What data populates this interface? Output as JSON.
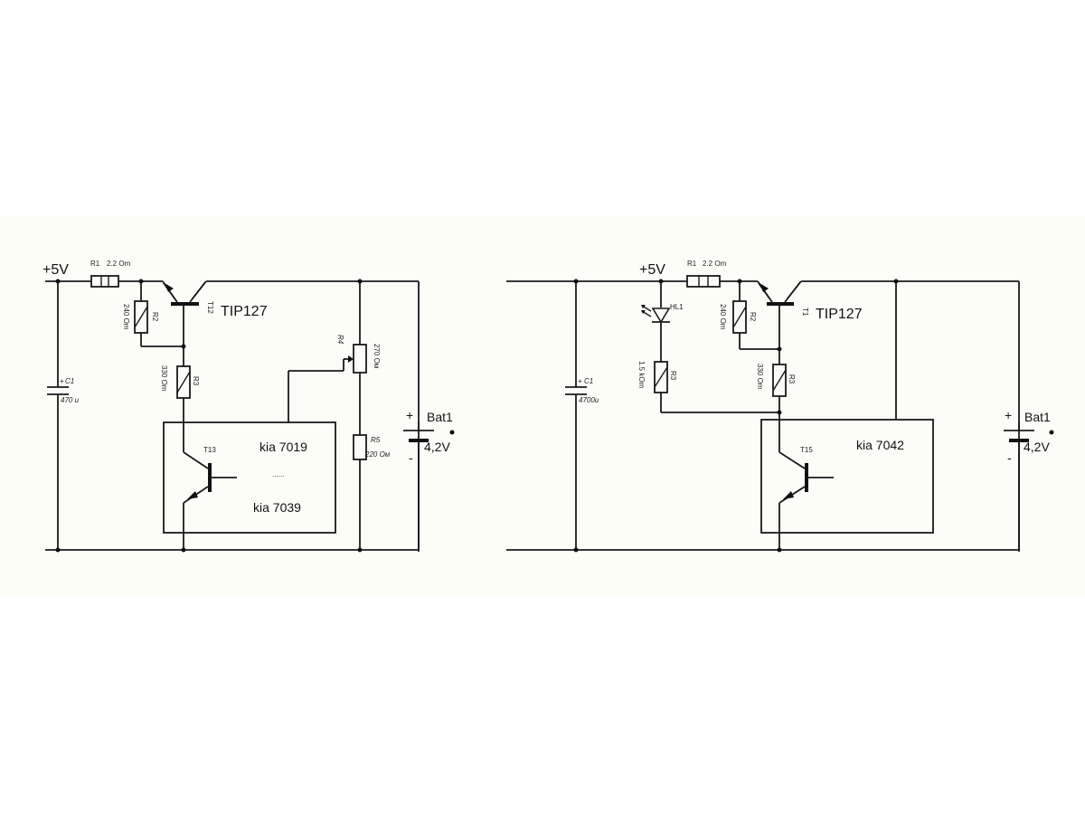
{
  "left": {
    "supply": "+5V",
    "r1": "R1",
    "r1_value": "2.2 Om",
    "r2": "R2",
    "r2_value": "240 Om",
    "r3": "R3",
    "r3_value": "330 Om",
    "r4": "R4",
    "r4_value": "270 Ом",
    "r5": "R5",
    "r5_value": "220 Ом",
    "c1": "C1",
    "c1_value": "470 u",
    "t12": "T12",
    "transistor_model": "TIP127",
    "t13": "T13",
    "ic_top": "kia 7019",
    "ic_dots": "......",
    "ic_bottom": "kia 7039",
    "bat": "Bat1",
    "bat_voltage": "4,2V",
    "plus": "+",
    "minus": "-"
  },
  "right": {
    "supply": "+5V",
    "r1": "R1",
    "r1_value": "2.2 Om",
    "r2": "R2",
    "r2_value": "240 Om",
    "r3a": "R3",
    "r3a_value": "1.5 kOm",
    "r3b": "R3",
    "r3b_value": "330 Om",
    "c1": "C1",
    "c1_value": "4700u",
    "hl": "HL1",
    "t1": "T1",
    "transistor_model": "TIP127",
    "t15": "T15",
    "ic": "kia 7042",
    "bat": "Bat1",
    "bat_voltage": "4,2V",
    "plus": "+",
    "minus": "-"
  }
}
